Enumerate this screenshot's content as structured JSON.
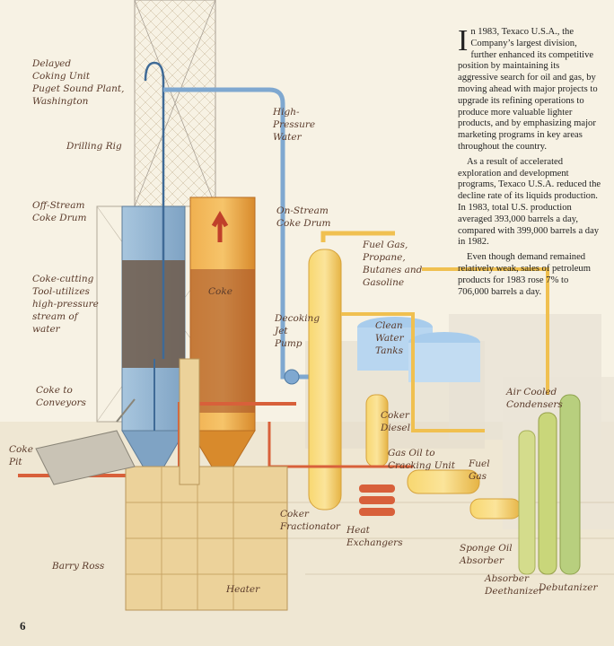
{
  "labels": {
    "delayed_coking": "Delayed\nCoking Unit\nPuget Sound Plant,\nWashington",
    "high_pressure_water": "High-\nPressure\nWater",
    "drilling_rig": "Drilling Rig",
    "off_stream": "Off-Stream\nCoke Drum",
    "on_stream": "On-Stream\nCoke Drum",
    "fuel_gas_propane": "Fuel Gas,\nPropane,\nButanes and\nGasoline",
    "coke_cutting": "Coke-cutting\nTool-utilizes\nhigh-pressure\nstream of\nwater",
    "coke": "Coke",
    "decoking_pump": "Decoking\nJet\nPump",
    "clean_water": "Clean\nWater\nTanks",
    "coke_to_conveyors": "Coke to\nConveyors",
    "coke_pit": "Coke\nPit",
    "coker_diesel": "Coker\nDiesel",
    "gas_oil": "Gas Oil to\nCracking Unit",
    "air_cooled": "Air Cooled\nCondensers",
    "fuel_gas": "Fuel\nGas",
    "coker_fractionator": "Coker\nFractionator",
    "heat_exchangers": "Heat\nExchangers",
    "sponge_oil": "Sponge Oil\nAbsorber",
    "absorber_deethanizer": "Absorber\nDeethanizer",
    "debutanizer": "Debutanizer",
    "heater": "Heater",
    "signature": "Barry Ross"
  },
  "article": {
    "dropcap": "I",
    "p1": "n 1983, Texaco U.S.A., the Company’s largest division, further enhanced its competitive position by maintaining its aggressive search for oil and gas, by moving ahead with major projects to upgrade its refining operations to produce more valuable lighter products, and by emphasizing major marketing programs in key areas throughout the country.",
    "p2": "As a result of accelerated exploration and development programs, Texaco U.S.A. reduced the decline rate of its liquids production. In 1983, total U.S. production averaged 393,000 barrels a day, compared with 399,000 barrels a day in 1982.",
    "p3": "Even though demand remained relatively weak, sales of petroleum products for 1983 rose 7% to 706,000 barrels a day."
  },
  "page_number": "6",
  "colors": {
    "background": "#f7f2e4",
    "steam_blue": "#8fb6d8",
    "coke_orange": "#e8a040",
    "pipe_red": "#d8603a",
    "tower_yellow": "#f2cc5a",
    "heater_beige": "#ecd29a"
  }
}
